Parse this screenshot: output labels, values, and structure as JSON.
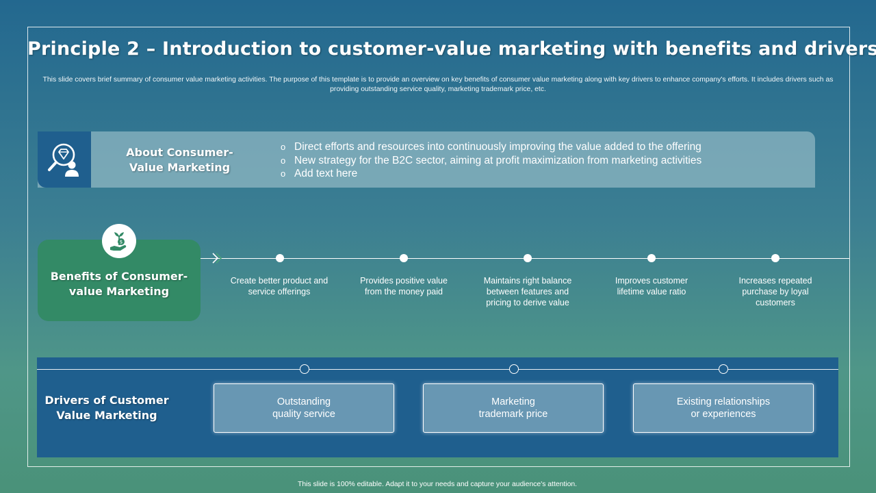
{
  "slide": {
    "title": "Principle 2 – Introduction to customer-value marketing with benefits and drivers",
    "subtitle": "This slide covers brief summary of consumer value marketing activities. The purpose of this template is to provide an overview on key benefits of consumer value marketing along with key drivers to enhance company's efforts. It includes drivers such as providing outstanding service quality, marketing trademark price, etc.",
    "footer": "This slide is 100% editable. Adapt it to your needs and capture your audience's attention."
  },
  "about": {
    "icon": "diamond-magnifier-person-icon",
    "title": "About Consumer-Value Marketing",
    "bullet_glyph": "o",
    "bullets": [
      "Direct efforts and resources into continuously  improving the value added to the offering",
      "New strategy for the B2C sector, aiming at profit maximization from marketing activities",
      "Add text here"
    ]
  },
  "benefits": {
    "icon": "money-plant-hand-icon",
    "title": "Benefits of Consumer-value Marketing",
    "items": [
      "Create better product and service offerings",
      "Provides positive value from the money paid",
      "Maintains right balance between features and pricing to derive value",
      "Improves customer lifetime value ratio",
      "Increases repeated purchase by loyal customers"
    ]
  },
  "drivers": {
    "title": "Drivers of Customer Value Marketing",
    "items": [
      "Outstanding\nquality service",
      "Marketing\ntrademark price",
      "Existing relationships\nor experiences"
    ]
  },
  "colors": {
    "navy": "#1f5f8e",
    "green": "#338a66",
    "card": "#6897b3"
  }
}
